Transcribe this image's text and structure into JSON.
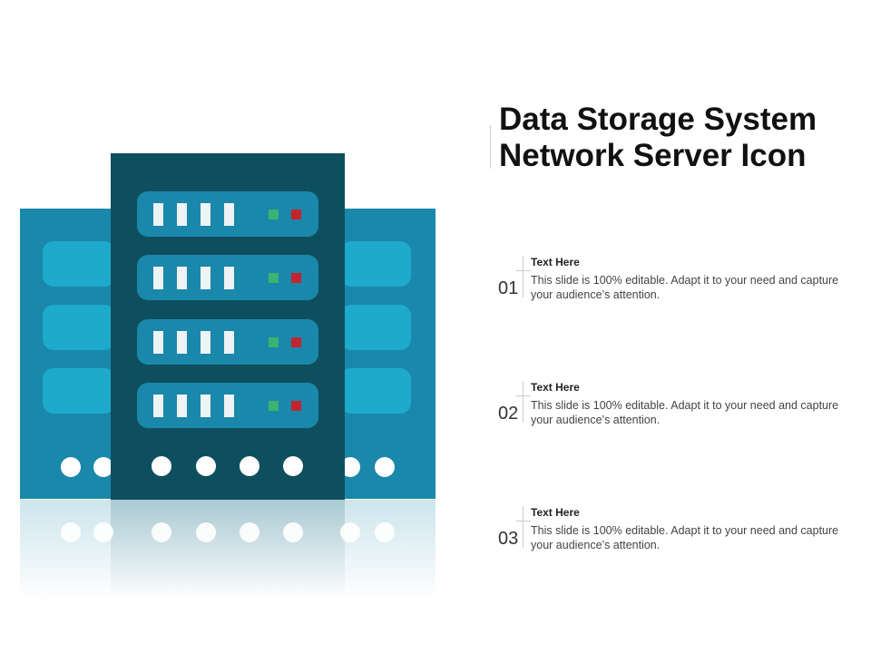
{
  "title_line1": "Data Storage System",
  "title_line2": "Network Server Icon",
  "items": [
    {
      "number": "01",
      "heading": "Text Here",
      "description": "This slide is 100% editable. Adapt it to your need and capture your audience’s attention."
    },
    {
      "number": "02",
      "heading": "Text Here",
      "description": "This slide is 100% editable. Adapt it to your need and capture your audience’s attention."
    },
    {
      "number": "03",
      "heading": "Text Here",
      "description": "This slide is 100% editable. Adapt it to your need and capture your audience’s attention."
    }
  ],
  "colors": {
    "back_server": "#1a88aa",
    "back_slot": "#1eaacc",
    "front_server": "#0e4f5f",
    "led_green": "#3cb371",
    "led_red": "#c42330"
  },
  "icons": [
    "server-rack-icon"
  ]
}
